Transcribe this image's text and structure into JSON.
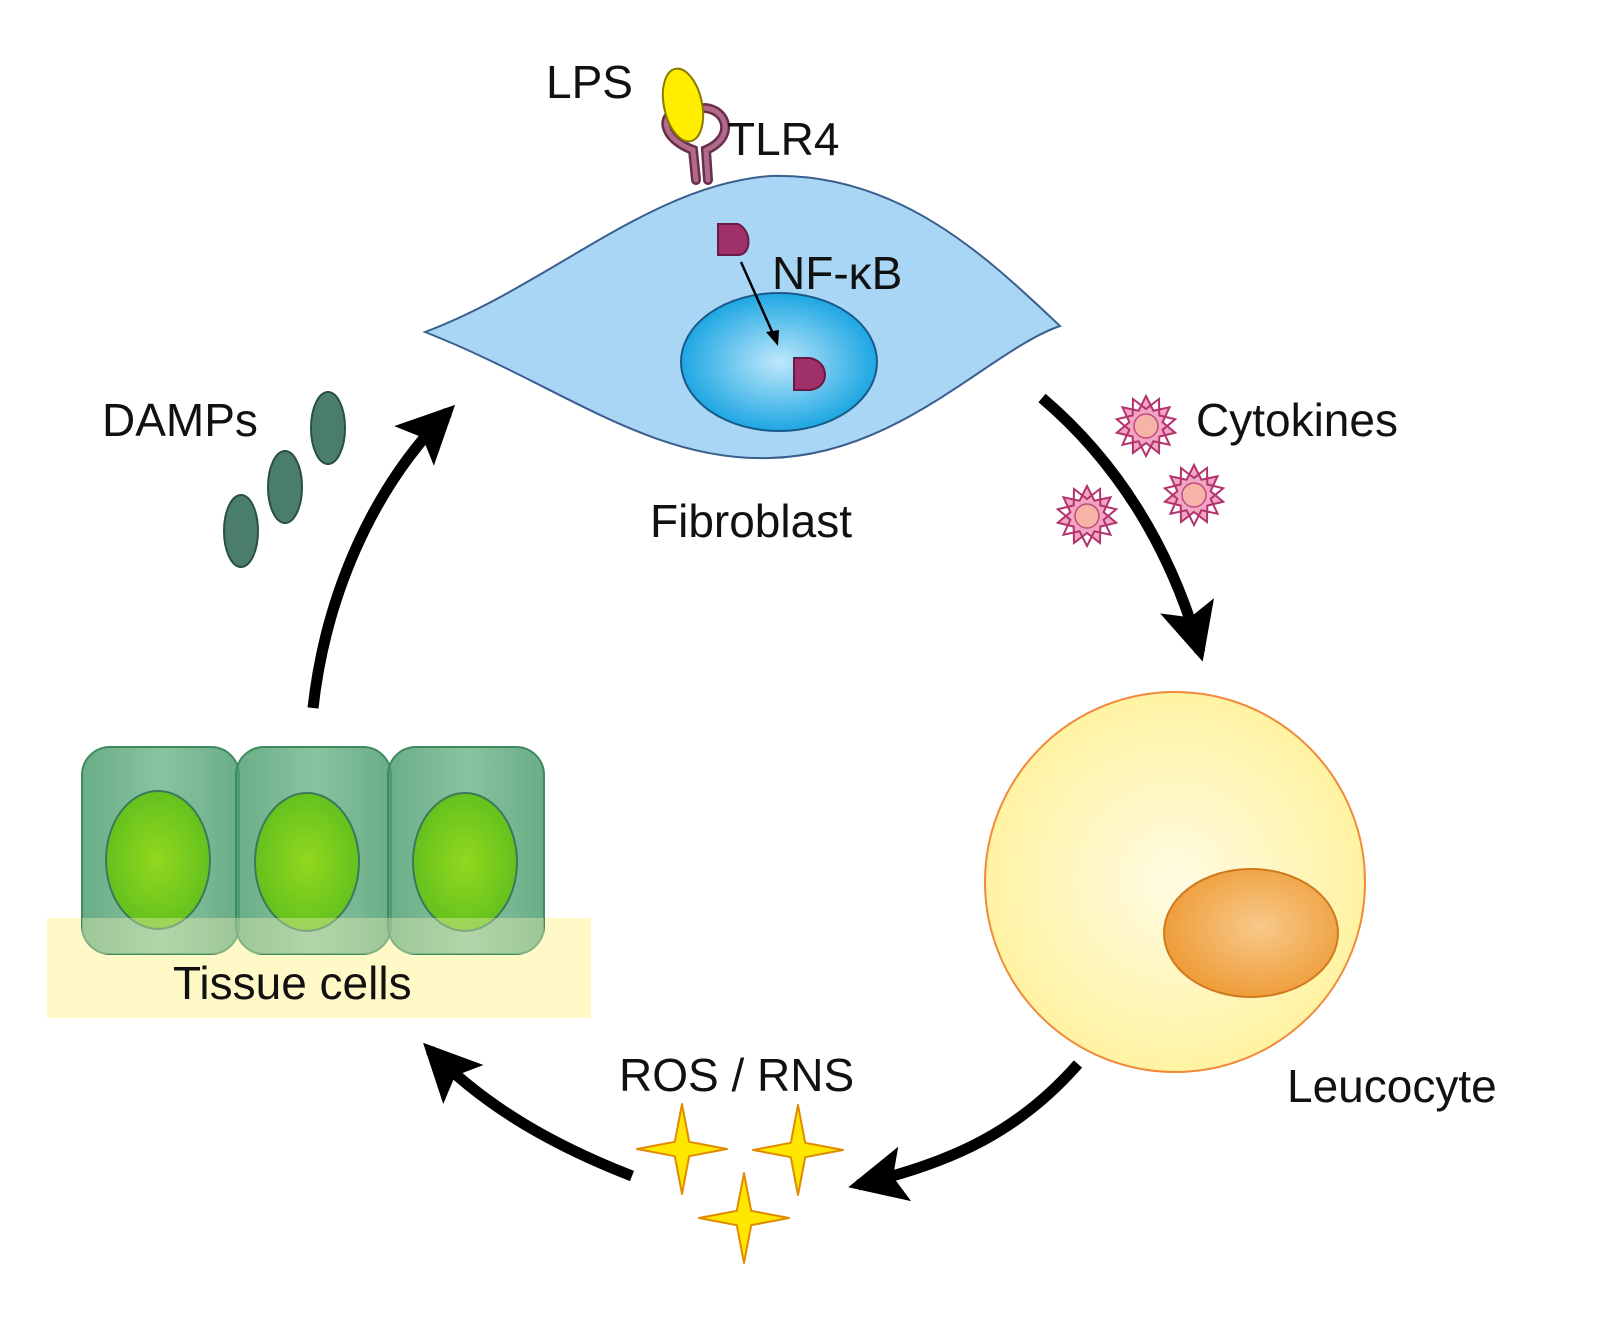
{
  "labels": {
    "lps": "LPS",
    "tlr4": "TLR4",
    "nfkb": "NF-κB",
    "fibroblast": "Fibroblast",
    "damps": "DAMPs",
    "cytokines": "Cytokines",
    "leucocyte": "Leucocyte",
    "ros_rns": "ROS / RNS",
    "tissue_cells": "Tissue cells"
  },
  "colors": {
    "fibroblast_fill": "#a9d6f5",
    "nucleus_blue": "#1aa3e0",
    "nfkb_purple": "#a0306a",
    "lps_yellow": "#ffee00",
    "tlr4_mauve": "#a05a7a",
    "damps_green": "#4a7d6e",
    "cytokine_pink": "#e06a9a",
    "leucocyte_fill": "#fff5a8",
    "leucocyte_nucleus": "#f0a040",
    "ros_star": "#ffe600",
    "tissue_cell": "#5daa7d",
    "tissue_nucleus": "#7fcf1a",
    "tissue_band": "#fff9c8",
    "arrow": "#000000"
  }
}
